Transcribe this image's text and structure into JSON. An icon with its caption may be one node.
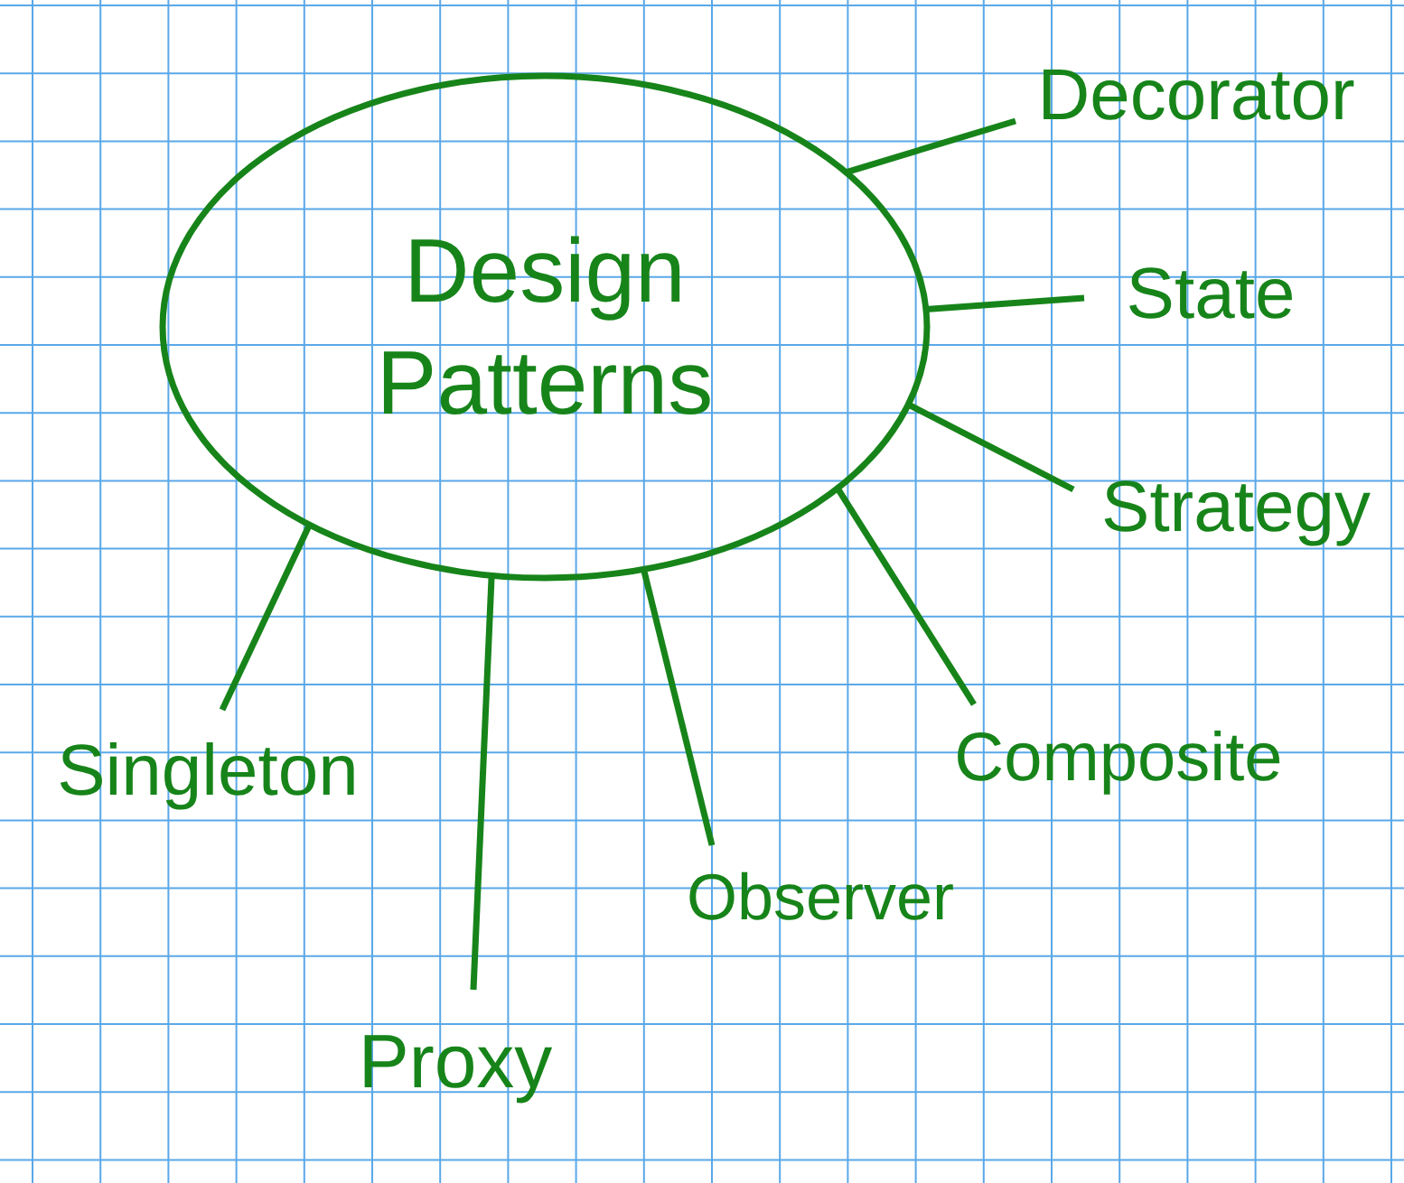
{
  "diagram": {
    "nodes": [
      {
        "text": [
          "Design Patterns"
        ]
      },
      {
        "text": [
          "Decorator"
        ]
      },
      {
        "text": [
          "State"
        ]
      },
      {
        "text": [
          "Strategy"
        ]
      },
      {
        "text": [
          "Composite"
        ]
      },
      {
        "text": [
          "Observer"
        ]
      },
      {
        "text": [
          "Proxy"
        ]
      },
      {
        "text": [
          "Singleton"
        ]
      }
    ],
    "edges": [
      {
        "from": 0,
        "to": 1,
        "arrow": "none"
      },
      {
        "from": 0,
        "to": 2,
        "arrow": "none"
      },
      {
        "from": 0,
        "to": 3,
        "arrow": "none"
      },
      {
        "from": 0,
        "to": 4,
        "arrow": "none"
      },
      {
        "from": 0,
        "to": 5,
        "arrow": "none"
      },
      {
        "from": 0,
        "to": 6,
        "arrow": "none"
      },
      {
        "from": 0,
        "to": 7,
        "arrow": "none"
      }
    ]
  }
}
